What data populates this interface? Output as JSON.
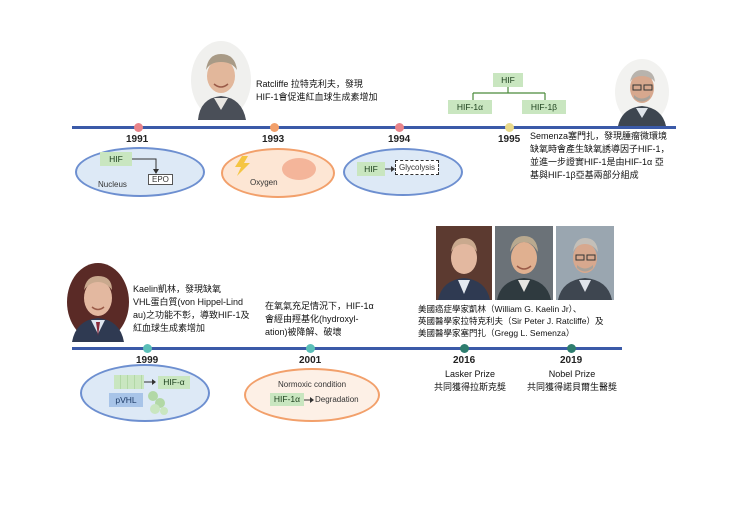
{
  "timeline_top": {
    "years": [
      "1991",
      "1993",
      "1994",
      "1995"
    ],
    "notes": {
      "ratcliffe": [
        "Ratcliffe 拉特克利夫，發現",
        "HIF-1會促進紅血球生成素增加"
      ],
      "semenza": [
        "Semenza塞門扎，發現腫瘤微環境",
        "缺氧時會產生缺氧誘導因子HIF-1，",
        "並進一步證實HIF-1是由HIF-1α 亞",
        "基與HIF-1β亞基兩部分組成"
      ]
    },
    "diagram_1991": {
      "hif": "HIF",
      "epo": "EPO",
      "nucleus": "Nucleus"
    },
    "diagram_1993": {
      "oxygen": "Oxygen"
    },
    "diagram_1994": {
      "hif": "HIF",
      "glycolysis": "Glycolysis"
    },
    "diagram_1995": {
      "hif": "HIF",
      "alpha": "HIF-1α",
      "beta": "HIF-1β"
    }
  },
  "timeline_bottom": {
    "years": [
      "1999",
      "2001",
      "2016",
      "2019"
    ],
    "notes": {
      "kaelin": [
        "Kaelin凱林，發現缺氧",
        "VHL蛋白質(von Hippel-Lind",
        "au)之功能不彰，導致HIF-1及",
        "紅血球生成素增加"
      ],
      "hydroxylation": [
        "在氧氣充足情況下，HIF-1α",
        "會經由羥基化(hydroxyl-",
        "ation)被降解、破壞"
      ],
      "laureates": [
        "美國癌症學家凱林（William G. Kaelin Jr）、",
        "英國醫學家拉特克利夫（Sir Peter J. Ratcliffe）及",
        "美國醫學家塞門扎（Gregg L. Semenza）"
      ]
    },
    "diagram_1999": {
      "alpha": "HIF-α",
      "pvhl": "pVHL"
    },
    "diagram_2001": {
      "condition": "Normoxic condition",
      "hif": "HIF-1α",
      "degradation": "Degradation"
    },
    "prizes": {
      "lasker_title": "Lasker Prize",
      "lasker_desc": "共同獲得拉斯克獎",
      "nobel_title": "Nobel Prize",
      "nobel_desc": "共同獲得諾貝爾生醫獎"
    }
  },
  "colors": {
    "axis": "#3b5aa8",
    "dot_red": "#e8848a",
    "dot_orange": "#f2a06b",
    "dot_yellow": "#e8d98a",
    "dot_teal": "#5bbfb8",
    "green_box": "#c9e6c0"
  }
}
